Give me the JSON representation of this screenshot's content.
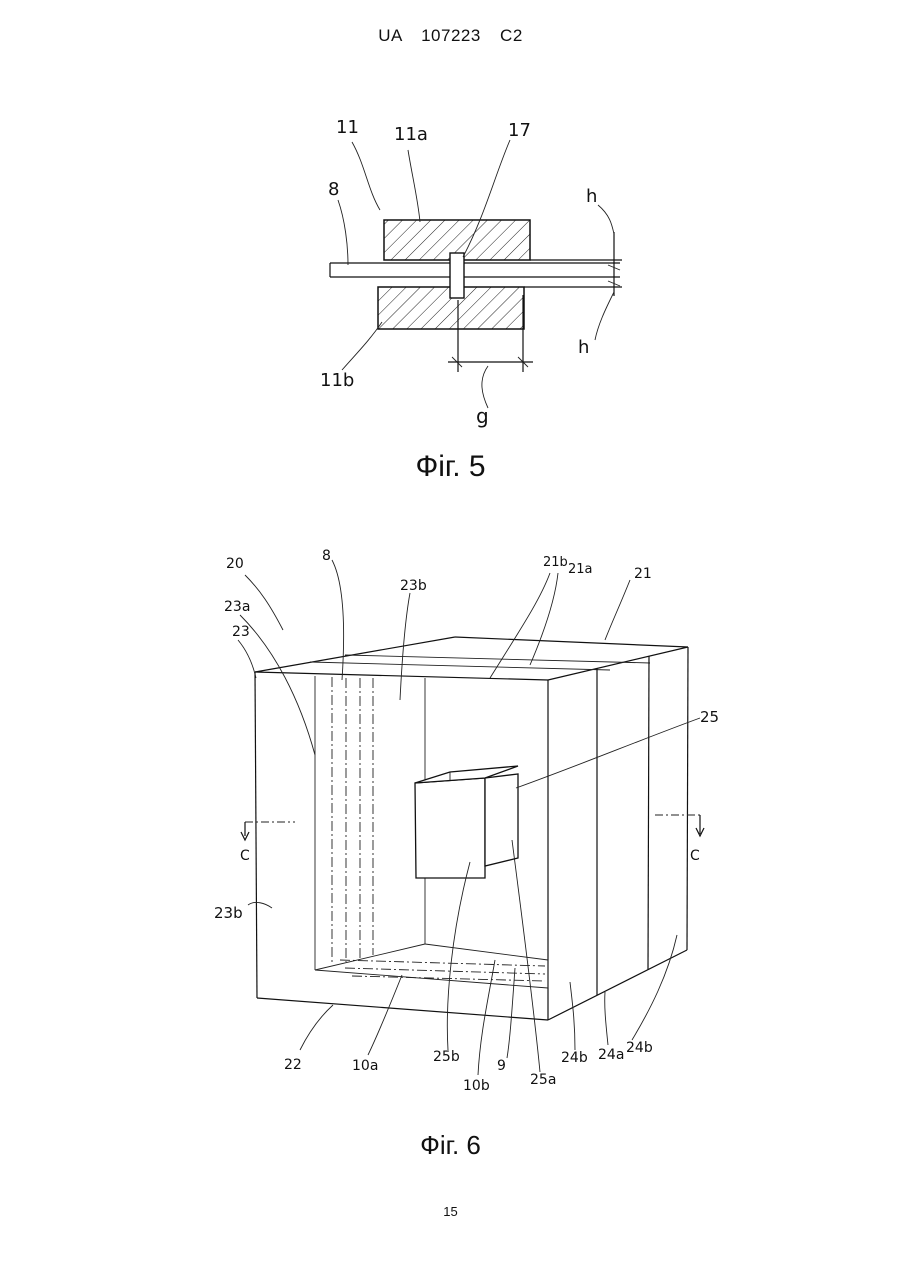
{
  "header": {
    "text": "UA   107223   C2"
  },
  "fig5": {
    "caption": "Фіг. 5",
    "labels": {
      "l11": "11",
      "l11a": "11a",
      "l17": "17",
      "l8": "8",
      "h_top": "h",
      "h_bottom": "h",
      "l11b": "11b",
      "g": "g"
    }
  },
  "fig6": {
    "caption": "Фіг. 6",
    "labels": {
      "l20": "20",
      "l8": "8",
      "l21b": "21b",
      "l21a": "21a",
      "l21": "21",
      "l23a": "23a",
      "l23": "23",
      "l23b_top": "23b",
      "l25": "25",
      "c_left": "C",
      "c_right": "C",
      "l23b_left": "23b",
      "l22": "22",
      "l10a": "10a",
      "l25b": "25b",
      "l10b": "10b",
      "l9": "9",
      "l25a": "25a",
      "l24b_a": "24b",
      "l24a": "24a",
      "l24b_b": "24b"
    }
  },
  "page": {
    "number": "15"
  }
}
